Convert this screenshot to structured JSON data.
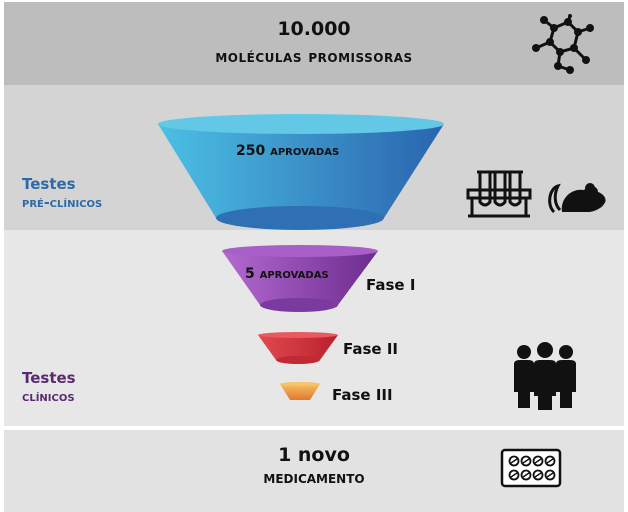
{
  "header": {
    "count": "10.000",
    "subtitle": "moléculas promissoras"
  },
  "preclinical": {
    "label_line1": "Testes",
    "label_line2": "pré-clínicos",
    "label_color": "#2e6aa8",
    "approved": "250 aprovadas"
  },
  "clinical": {
    "label_line1": "Testes",
    "label_line2": "clínicos",
    "label_color": "#5a2a72",
    "approved": "5 aprovadas",
    "phases": [
      "Fase I",
      "Fase II",
      "Fase III"
    ]
  },
  "result": {
    "line1": "1 novo",
    "line2": "medicamento"
  },
  "colors": {
    "funnel_large": "#3aa6d8",
    "funnel_medium": "#9b4fb8",
    "funnel_small": "#d93a3f",
    "funnel_tiny": "#f0a040"
  },
  "icons": [
    "molecule-icon",
    "test-tubes-icon",
    "mouse-icon",
    "people-icon",
    "pill-pack-icon"
  ]
}
